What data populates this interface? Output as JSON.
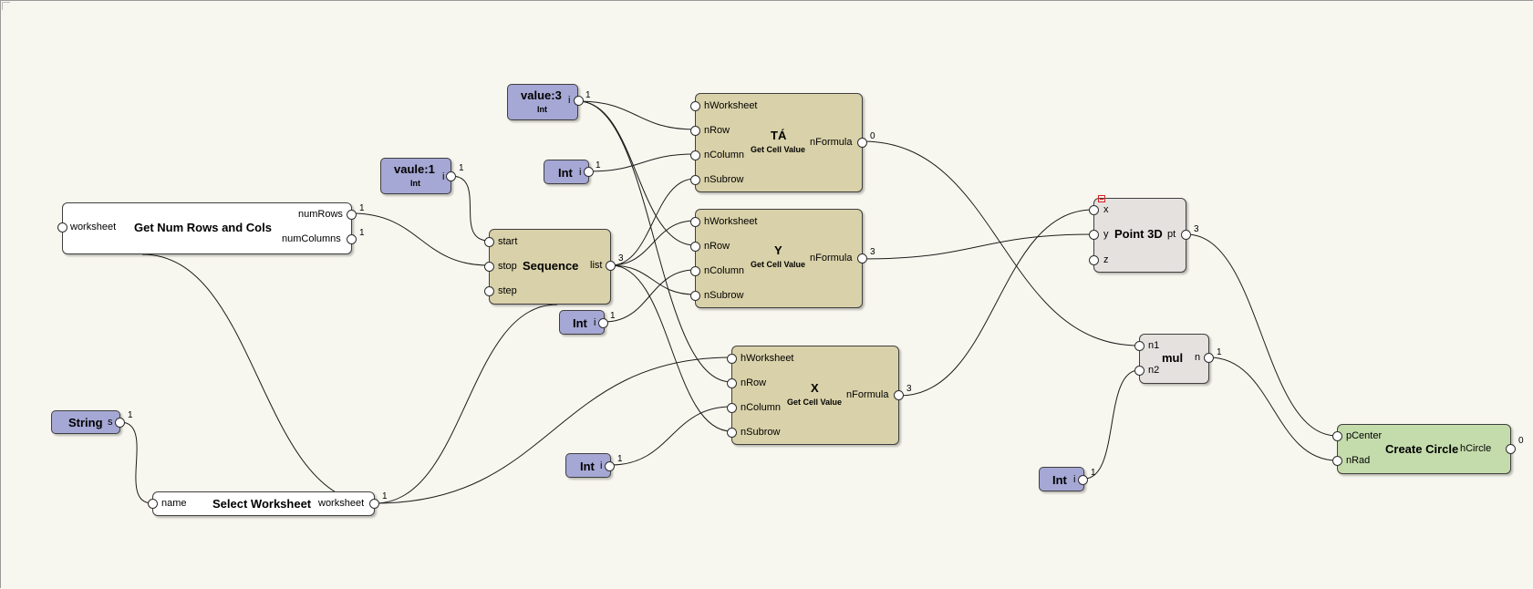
{
  "colors": {
    "canvas": "#f8f7ef",
    "node_white": "#ffffff",
    "node_tan": "#d9d1a9",
    "node_gray": "#e5e1df",
    "node_green": "#c4dcac",
    "node_input": "#a5a7d4",
    "wire": "#1c1c1c"
  },
  "nodes": {
    "get_num_rows_cols": {
      "title": "Get Num Rows and Cols",
      "in_worksheet": "worksheet",
      "out_num_rows": "numRows",
      "out_num_rows_value": "1",
      "out_num_columns": "numColumns",
      "out_num_columns_value": "1"
    },
    "sequence": {
      "title": "Sequence",
      "in_start": "start",
      "in_stop": "stop",
      "in_step": "step",
      "out_list": "list",
      "out_list_value": "3"
    },
    "value_1": {
      "title": "vaule:1",
      "subtitle": "Int",
      "out_port": "i",
      "out_value": "1"
    },
    "value_3": {
      "title": "value:3",
      "subtitle": "Int",
      "out_port": "i",
      "out_value": "1"
    },
    "int_a": {
      "title": "Int",
      "out_port": "i",
      "out_value": "1"
    },
    "int_b": {
      "title": "Int",
      "out_port": "i",
      "out_value": "1"
    },
    "int_c": {
      "title": "Int",
      "out_port": "i",
      "out_value": "1"
    },
    "int_d": {
      "title": "Int",
      "out_port": "i",
      "out_value": "1"
    },
    "string_node": {
      "title": "String",
      "out_port": "s",
      "out_value": "1"
    },
    "select_worksheet": {
      "title": "Select Worksheet",
      "in_name": "name",
      "out_worksheet": "worksheet",
      "out_worksheet_value": "1"
    },
    "cell_ta": {
      "title": "TÁ",
      "subtitle": "Get Cell Value",
      "in_hworksheet": "hWorksheet",
      "in_nrow": "nRow",
      "in_ncolumn": "nColumn",
      "in_nsubrow": "nSubrow",
      "out_nformula": "nFormula",
      "out_value": "0"
    },
    "cell_y": {
      "title": "Y",
      "subtitle": "Get Cell Value",
      "in_hworksheet": "hWorksheet",
      "in_nrow": "nRow",
      "in_ncolumn": "nColumn",
      "in_nsubrow": "nSubrow",
      "out_nformula": "nFormula",
      "out_value": "3"
    },
    "cell_x": {
      "title": "X",
      "subtitle": "Get Cell Value",
      "in_hworksheet": "hWorksheet",
      "in_nrow": "nRow",
      "in_ncolumn": "nColumn",
      "in_nsubrow": "nSubrow",
      "out_nformula": "nFormula",
      "out_value": "3"
    },
    "point_3d": {
      "title": "Point 3D",
      "in_x": "x",
      "in_y": "y",
      "in_z": "z",
      "out_pt": "pt",
      "out_value": "3"
    },
    "mul": {
      "title": "mul",
      "in_n1": "n1",
      "in_n2": "n2",
      "out_n": "n",
      "out_value": "1"
    },
    "create_circle": {
      "title": "Create Circle",
      "in_pcenter": "pCenter",
      "in_nrad": "nRad",
      "out_hcircle": "hCircle",
      "out_value": "0"
    }
  }
}
